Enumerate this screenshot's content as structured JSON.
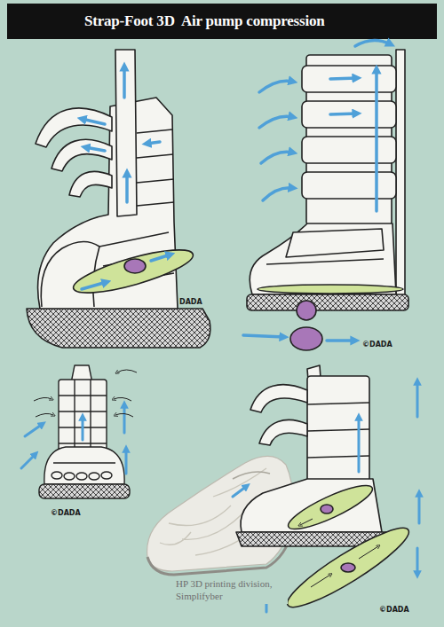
{
  "diagram": {
    "title": "Strap-Foot 3D  Air pump compression",
    "labels": [
      "DADA",
      "©DADA",
      "©DADA",
      "©DADA",
      "HP 3D printing division, Simplifyber"
    ]
  }
}
